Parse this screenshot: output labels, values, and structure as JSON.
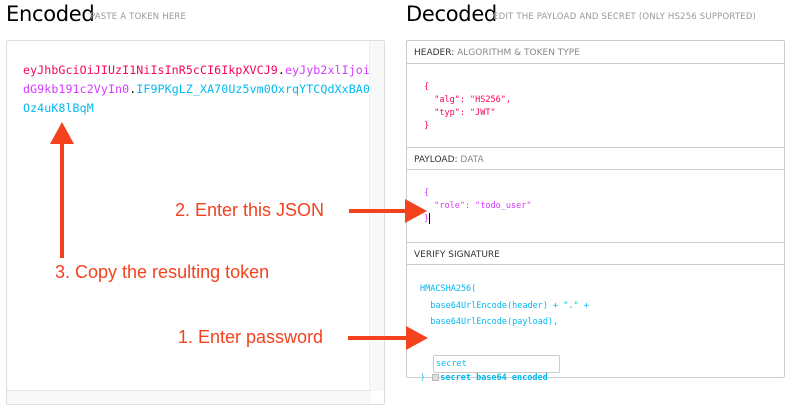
{
  "encoded": {
    "title": "Encoded",
    "subtitle": "PASTE A TOKEN HERE",
    "token": {
      "header": "eyJhbGciOiJIUzI1NiIsInR5cCI6IkpXVCJ9",
      "dot1": ".",
      "payload": "eyJyb2xlIjoidG9kb191c2VyIn0",
      "dot2": ".",
      "signature": "IF9PKgLZ_XA70Uz5vm0OxrqYTCQdXxBA0Oz4uK8lBqM"
    }
  },
  "decoded": {
    "title": "Decoded",
    "subtitle": "EDIT THE PAYLOAD AND SECRET (ONLY HS256 SUPPORTED)",
    "header": {
      "label": "HEADER:",
      "sublabel": "ALGORITHM & TOKEN TYPE",
      "lines": [
        "{",
        "  \"alg\": \"HS256\",",
        "  \"typ\": \"JWT\"",
        "}"
      ]
    },
    "payload": {
      "label": "PAYLOAD:",
      "sublabel": "DATA",
      "lines": [
        "{",
        "  \"role\": \"todo_user\"",
        "}"
      ]
    },
    "signature": {
      "label": "VERIFY SIGNATURE",
      "lines": [
        "HMACSHA256(",
        "  base64UrlEncode(header) + \".\" +",
        "  base64UrlEncode(payload),"
      ],
      "secret_value": "secret",
      "close": ")",
      "checkbox_label": "secret base64 encoded",
      "checkbox_checked": false
    }
  },
  "annotations": {
    "step1": "1. Enter password",
    "step2": "2. Enter this JSON",
    "step3": "3. Copy the resulting token",
    "color": "#f4411e"
  },
  "colors": {
    "header": "#fb015b",
    "payload": "#d63aff",
    "signature": "#00b9f1"
  }
}
